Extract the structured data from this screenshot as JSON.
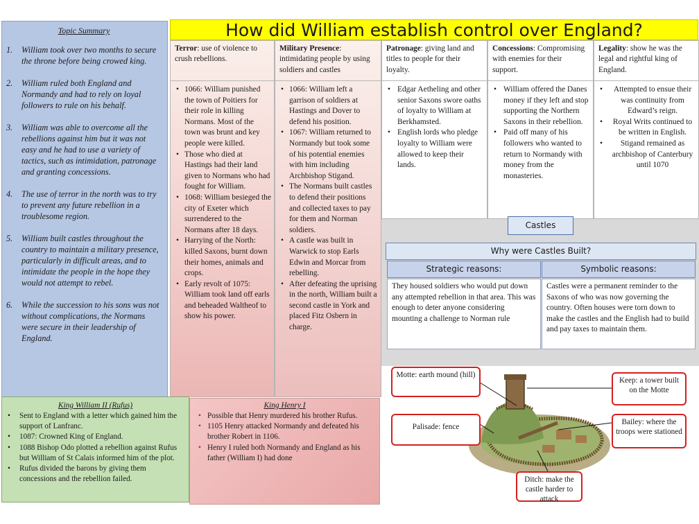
{
  "title": "How did William establish control over England?",
  "summary": {
    "heading": "Topic Summary",
    "items": [
      {
        "num": "1.",
        "text": "William took over two months to secure the throne before being crowed king."
      },
      {
        "num": "2.",
        "text": "William ruled both England and Normandy and had to rely on loyal followers to rule on his behalf."
      },
      {
        "num": "3.",
        "text": "William was able to overcome all the rebellions against him but it was not easy and he had to use a variety of tactics, such as intimidation, patronage and granting concessions."
      },
      {
        "num": "4.",
        "text": "The use of terror in the north was to try to prevent any future rebellion in a troublesome region."
      },
      {
        "num": "5.",
        "text": "William built castles throughout the country to maintain a military presence, particularly in difficult areas, and to intimidate the people in the hope they would not attempt to rebel."
      },
      {
        "num": "6.",
        "text": "While the succession to his sons was not without complications, the Normans were secure in their leadership of England."
      }
    ]
  },
  "columns": {
    "terror": {
      "term": "Terror",
      "definition": ": use of violence to crush rebellions.",
      "bullets": [
        "1066: William punished the town of Poitiers for their role in killing Normans. Most of the town was brunt and key people were killed.",
        "Those who died at Hastings had their land given to Normans who had fought for William.",
        "1068: William besieged the city of Exeter which surrendered to the Normans after 18 days.",
        "Harrying of the North: killed Saxons, burnt down their homes, animals and crops.",
        "Early revolt of 1075: William took land off earls and beheaded Waltheof to show his power."
      ]
    },
    "military": {
      "term": "Military Presence",
      "definition": ": intimidating people by using soldiers and castles",
      "bullets": [
        "1066: William left a garrison of soldiers at Hastings and Dover to defend his position.",
        "1067: William returned to Normandy but took some of his potential enemies with him including Archbishop Stigand.",
        "The Normans built castles to defend their positions and collected taxes to pay for them and Norman soldiers.",
        "A castle was built in Warwick to stop Earls Edwin and Morcar from rebelling.",
        "After defeating the uprising in the north, William built a second castle in York and placed Fitz Osbern in charge."
      ]
    },
    "patronage": {
      "term": "Patronage",
      "definition": ": giving land and titles to people for their loyalty.",
      "bullets": [
        "Edgar Aetheling and other senior Saxons swore oaths of loyalty to William at Berkhamsted.",
        "English lords who pledge loyalty to William were allowed to keep their lands."
      ]
    },
    "concessions": {
      "term": "Concessions",
      "definition": ": Compromising with enemies for their support.",
      "bullets": [
        "William offered the Danes money if they left and stop supporting the Northern Saxons in their rebellion.",
        "Paid off many of his followers who wanted to return to Normandy with money from the monasteries."
      ]
    },
    "legality": {
      "term": "Legality",
      "definition": ": show he was the legal and rightful king of England.",
      "bullets": [
        "Attempted to ensue their was continuity from Edward’s reign.",
        "Royal Writs continued to be written in English.",
        "Stigand remained as archbishop of Canterbury until 1070"
      ]
    }
  },
  "castles": {
    "label": "Castles",
    "why": "Why were Castles Built?",
    "strategic_heading": "Strategic reasons:",
    "symbolic_heading": "Symbolic reasons:",
    "strategic_text": "They housed soldiers who would put down any attempted rebellion in that area. This was enough to deter anyone considering mounting a challenge to Norman rule",
    "symbolic_text": "Castles were a permanent reminder to the Saxons of who was now governing the country. Often houses were torn down to make the castles and the English had to build and pay taxes to maintain them."
  },
  "rufus": {
    "heading": "King William II (Rufus)",
    "bullets": [
      "Sent to England with a letter which gained him the support of Lanfranc.",
      "1087: Crowned King of England.",
      "1088 Bishop Odo plotted a rebellion against Rufus but William of St Calais informed him of the plot.",
      "Rufus divided the barons by giving them concessions and the rebellion failed."
    ]
  },
  "henry": {
    "heading": "King Henry I",
    "bullets": [
      "Possible that Henry murdered his brother Rufus.",
      "1105 Henry attacked Normandy and defeated his brother Robert in 1106.",
      "Henry I ruled both Normandy and England as his father (William I) had done"
    ]
  },
  "diagram": {
    "motte": "Motte: earth mound (hill)",
    "palisade": "Palisade: fence",
    "keep": "Keep: a tower built on the Motte",
    "bailey": "Bailey: where the troops were stationed",
    "ditch": "Ditch: make the castle harder to attack"
  }
}
